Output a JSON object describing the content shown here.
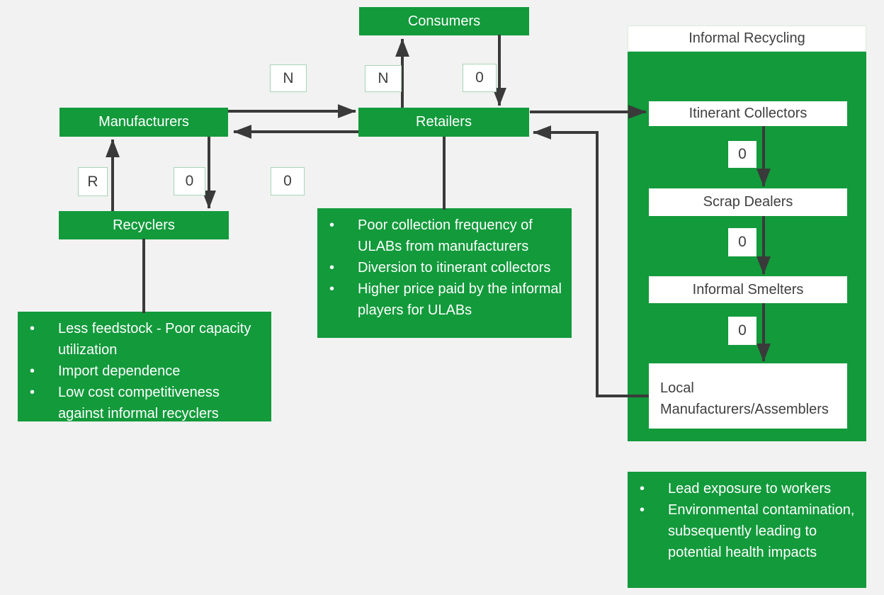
{
  "diagram_type": "flowchart",
  "colors": {
    "green_fill": "#129a3b",
    "background": "#f1f2f1",
    "arrow": "#3a3a3a",
    "dark_text": "#3f3f3f",
    "label_box_border": "#a9d5b6"
  },
  "nodes": {
    "consumers": {
      "label": "Consumers"
    },
    "manufacturers": {
      "label": "Manufacturers"
    },
    "retailers": {
      "label": "Retailers"
    },
    "recyclers": {
      "label": "Recyclers"
    }
  },
  "flow_labels": {
    "manufacturers_to_retailers": "N",
    "retailers_to_consumers": "N",
    "consumers_to_retailers": "0",
    "recyclers_to_manufacturers": "R",
    "manufacturers_to_recyclers": "0",
    "retailers_to_manufacturers": "0"
  },
  "informal_recycling": {
    "title": "Informal Recycling",
    "stages": [
      "Itinerant Collectors",
      "Scrap Dealers",
      "Informal Smelters",
      "Local Manufacturers/Assemblers"
    ],
    "flow_labels": [
      "0",
      "0",
      "0"
    ]
  },
  "notes": {
    "recyclers_issues": [
      "Less feedstock - Poor capacity utilization",
      "Import dependence",
      "Low cost competitiveness against informal recyclers"
    ],
    "retailers_issues": [
      "Poor collection frequency of ULABs from manufacturers",
      "Diversion to itinerant collectors",
      "Higher price paid by the informal players for ULABs"
    ],
    "informal_impacts": [
      "Lead exposure to workers",
      "Environmental contamination, subsequently leading to potential health impacts"
    ]
  }
}
